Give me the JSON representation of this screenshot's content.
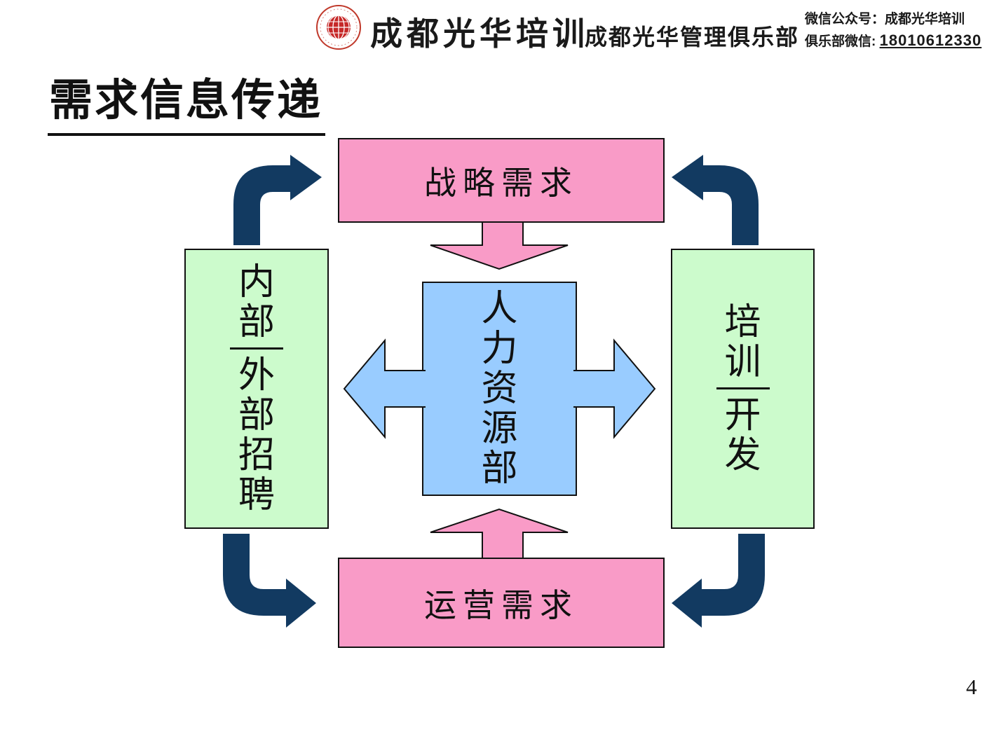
{
  "header": {
    "logo_icon": "globe-logo-icon",
    "brand": "成都光华培训",
    "brand_sub": "成都光华管理俱乐部",
    "wechat": {
      "line1_label": "微信公众号：",
      "line1_value": "成都光华培训",
      "line2_label": "俱乐部微信: ",
      "line2_value": "18010612330"
    }
  },
  "title": "需求信息传递",
  "diagram": {
    "colors": {
      "pink": "#F99BC7",
      "green": "#CCFBCC",
      "blue": "#99CCFF",
      "navy": "#123A61",
      "outline": "#111111"
    },
    "top_box": {
      "label": "战略需求"
    },
    "bottom_box": {
      "label": "运营需求"
    },
    "center_box": {
      "label": "人力资源部"
    },
    "left_box": {
      "line1": "内部",
      "line2": "外部招聘"
    },
    "right_box": {
      "line1": "培训",
      "line2": "开发"
    }
  },
  "footer": {
    "page_number": "4"
  }
}
